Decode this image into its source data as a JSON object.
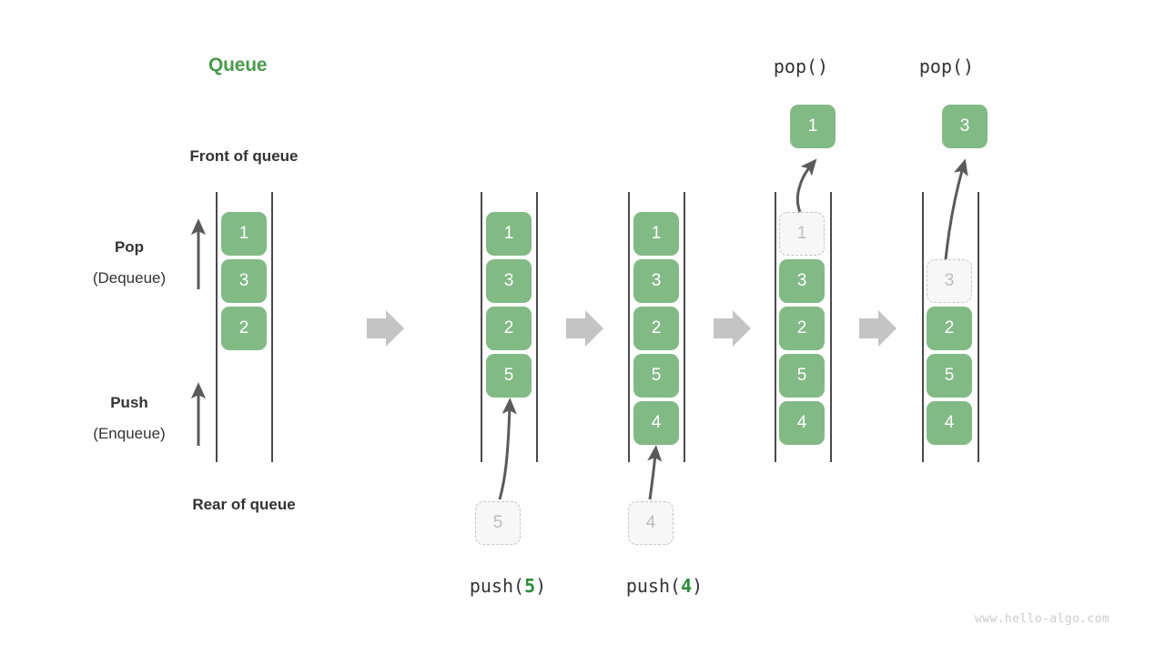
{
  "title": "Queue",
  "labels": {
    "front_of_queue": "Front of queue",
    "rear_of_queue": "Rear of queue",
    "pop": "Pop",
    "pop_sub": "(Dequeue)",
    "push": "Push",
    "push_sub": "(Enqueue)"
  },
  "watermark": "www.hello-algo.com",
  "colors": {
    "accent_green": "#4a9a4e",
    "cell_green": "#82ba85",
    "arg_green": "#2e8b38",
    "rail_gray": "#4a4a4a",
    "ghost_border": "#c6c6c6",
    "ghost_fill": "#f7f7f7",
    "ghost_text": "#bdbdbd",
    "block_arrow": "#c4c4c4",
    "thin_arrow": "#5a5a5a",
    "text": "#333333",
    "watermark": "#cccccc",
    "background": "#ffffff"
  },
  "stages": [
    {
      "id": "initial",
      "caption": "",
      "caption_prefix": "",
      "caption_arg": "",
      "caption_suffix": "",
      "cells": [
        "1",
        "3",
        "2"
      ],
      "ghost_in_queue": null,
      "incoming": null,
      "outgoing": null
    },
    {
      "id": "push-5",
      "caption": "push(5)",
      "caption_prefix": "push(",
      "caption_arg": "5",
      "caption_suffix": ")",
      "cells": [
        "1",
        "3",
        "2",
        "5"
      ],
      "ghost_in_queue": null,
      "incoming": "5",
      "outgoing": null
    },
    {
      "id": "push-4",
      "caption": "push(4)",
      "caption_prefix": "push(",
      "caption_arg": "4",
      "caption_suffix": ")",
      "cells": [
        "1",
        "3",
        "2",
        "5",
        "4"
      ],
      "ghost_in_queue": null,
      "incoming": "4",
      "outgoing": null
    },
    {
      "id": "pop-1",
      "caption": "pop()",
      "caption_prefix": "pop()",
      "caption_arg": "",
      "caption_suffix": "",
      "cells": [
        "3",
        "2",
        "5",
        "4"
      ],
      "ghost_in_queue": "1",
      "incoming": null,
      "outgoing": "1"
    },
    {
      "id": "pop-3",
      "caption": "pop()",
      "caption_prefix": "pop()",
      "caption_arg": "",
      "caption_suffix": "",
      "cells": [
        "2",
        "5",
        "4"
      ],
      "ghost_in_queue": "3",
      "incoming": null,
      "outgoing": "3"
    }
  ],
  "transition_arrows": 4
}
